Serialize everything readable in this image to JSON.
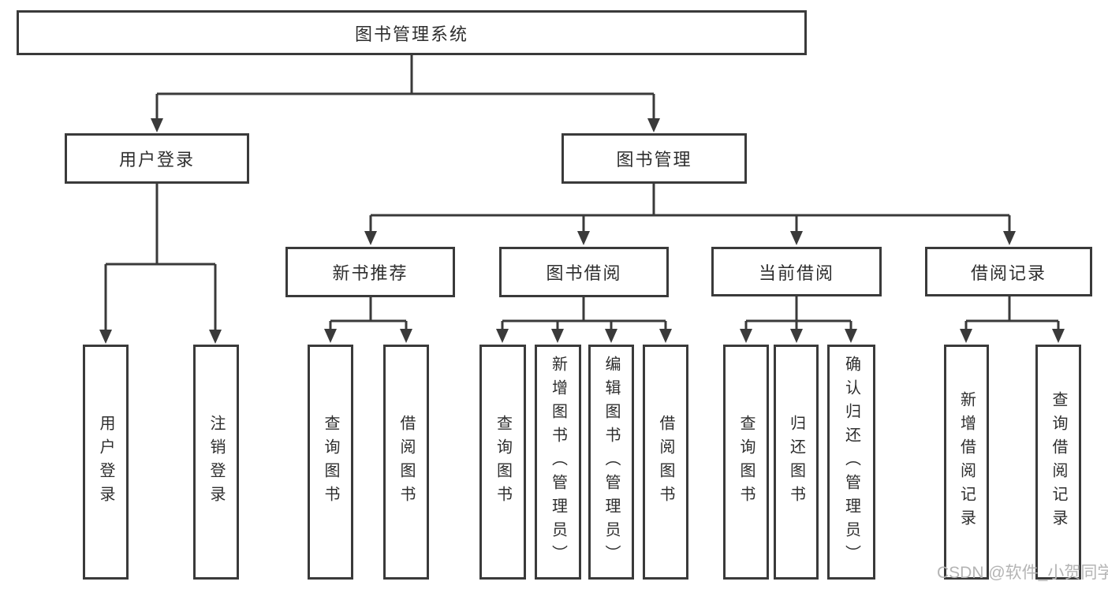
{
  "tree": {
    "label": "图书管理系统",
    "children": [
      {
        "label": "用户登录",
        "children": [
          {
            "label": "用户登录"
          },
          {
            "label": "注销登录"
          }
        ]
      },
      {
        "label": "图书管理",
        "children": [
          {
            "label": "新书推荐",
            "children": [
              {
                "label": "查询图书"
              },
              {
                "label": "借阅图书"
              }
            ]
          },
          {
            "label": "图书借阅",
            "children": [
              {
                "label": "查询图书"
              },
              {
                "label": "新增图书（管理员）"
              },
              {
                "label": "编辑图书（管理员）"
              },
              {
                "label": "借阅图书"
              }
            ]
          },
          {
            "label": "当前借阅",
            "children": [
              {
                "label": "查询图书"
              },
              {
                "label": "归还图书"
              },
              {
                "label": "确认归还（管理员）"
              }
            ]
          },
          {
            "label": "借阅记录",
            "children": [
              {
                "label": "新增借阅记录"
              },
              {
                "label": "查询借阅记录"
              }
            ]
          }
        ]
      }
    ]
  },
  "watermark": {
    "text": "CSDN @软件_小贺同学"
  },
  "colors": {
    "line": "#3a3a3a",
    "text": "#2e2e2e",
    "watermark": "#b4b4b4",
    "background": "#ffffff"
  }
}
